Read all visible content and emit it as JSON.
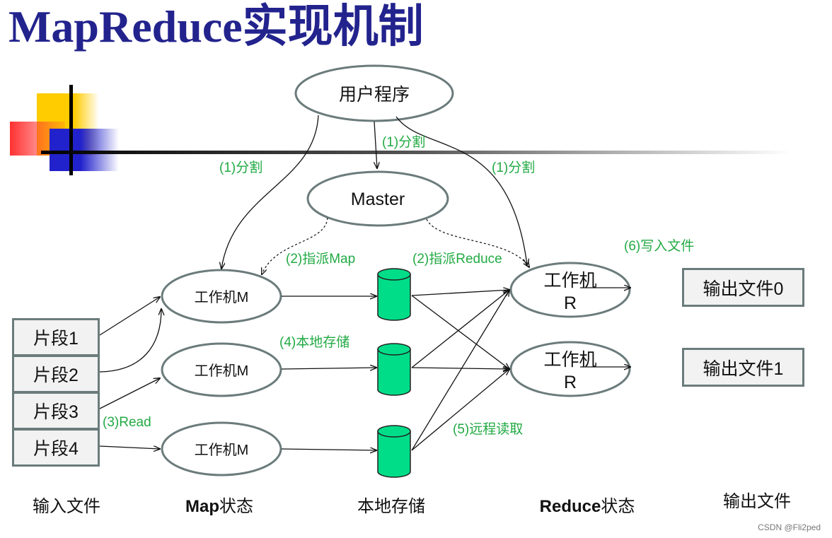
{
  "title": "MapReduce实现机制",
  "user_program": "用户程序",
  "master": "Master",
  "worker_map": "工作机M",
  "worker_reduce_line1": "工作机",
  "worker_reduce_line2": "R",
  "segments": [
    "片段1",
    "片段2",
    "片段3",
    "片段4"
  ],
  "outputs": [
    "输出文件0",
    "输出文件1"
  ],
  "labels": {
    "split": "(1)分割",
    "assign_map": "(2)指派Map",
    "assign_reduce": "(2)指派Reduce",
    "read": "(3)Read",
    "local_store": "(4)本地存储",
    "remote_read": "(5)远程读取",
    "write_file": "(6)写入文件"
  },
  "bottom_labels": {
    "input": "输入文件",
    "map_state_bold": "Map",
    "map_state_rest": "状态",
    "local": "本地存储",
    "reduce_state_bold": "Reduce",
    "reduce_state_rest": "状态",
    "output": "输出文件"
  },
  "watermark": "CSDN @Fli2ped",
  "colors": {
    "title": "#23238e",
    "label_green": "#22aa44",
    "cylinder": "#00dd88",
    "ellipse_stroke": "#6b7b7b"
  }
}
